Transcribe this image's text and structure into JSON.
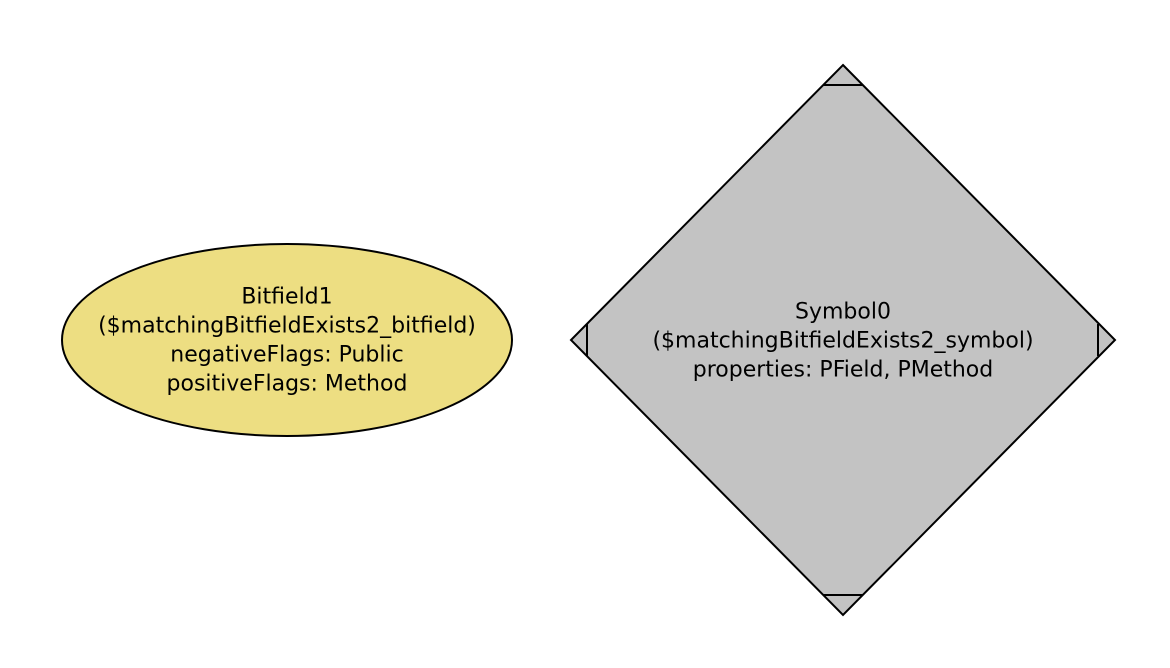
{
  "diagram": {
    "background": "#ffffff",
    "stroke_color": "#000000",
    "text_color": "#000000",
    "nodes": [
      {
        "id": "bitfield-node",
        "shape": "ellipse",
        "fill": "#EDDE82",
        "lines": [
          "Bitfield1",
          "($matchingBitfieldExists2_bitfield)",
          "negativeFlags: Public",
          "positiveFlags: Method"
        ]
      },
      {
        "id": "symbol-node",
        "shape": "Mdiamond",
        "fill": "#C3C3C3",
        "lines": [
          "Symbol0",
          "($matchingBitfieldExists2_symbol)",
          "properties: PField, PMethod"
        ]
      }
    ]
  }
}
